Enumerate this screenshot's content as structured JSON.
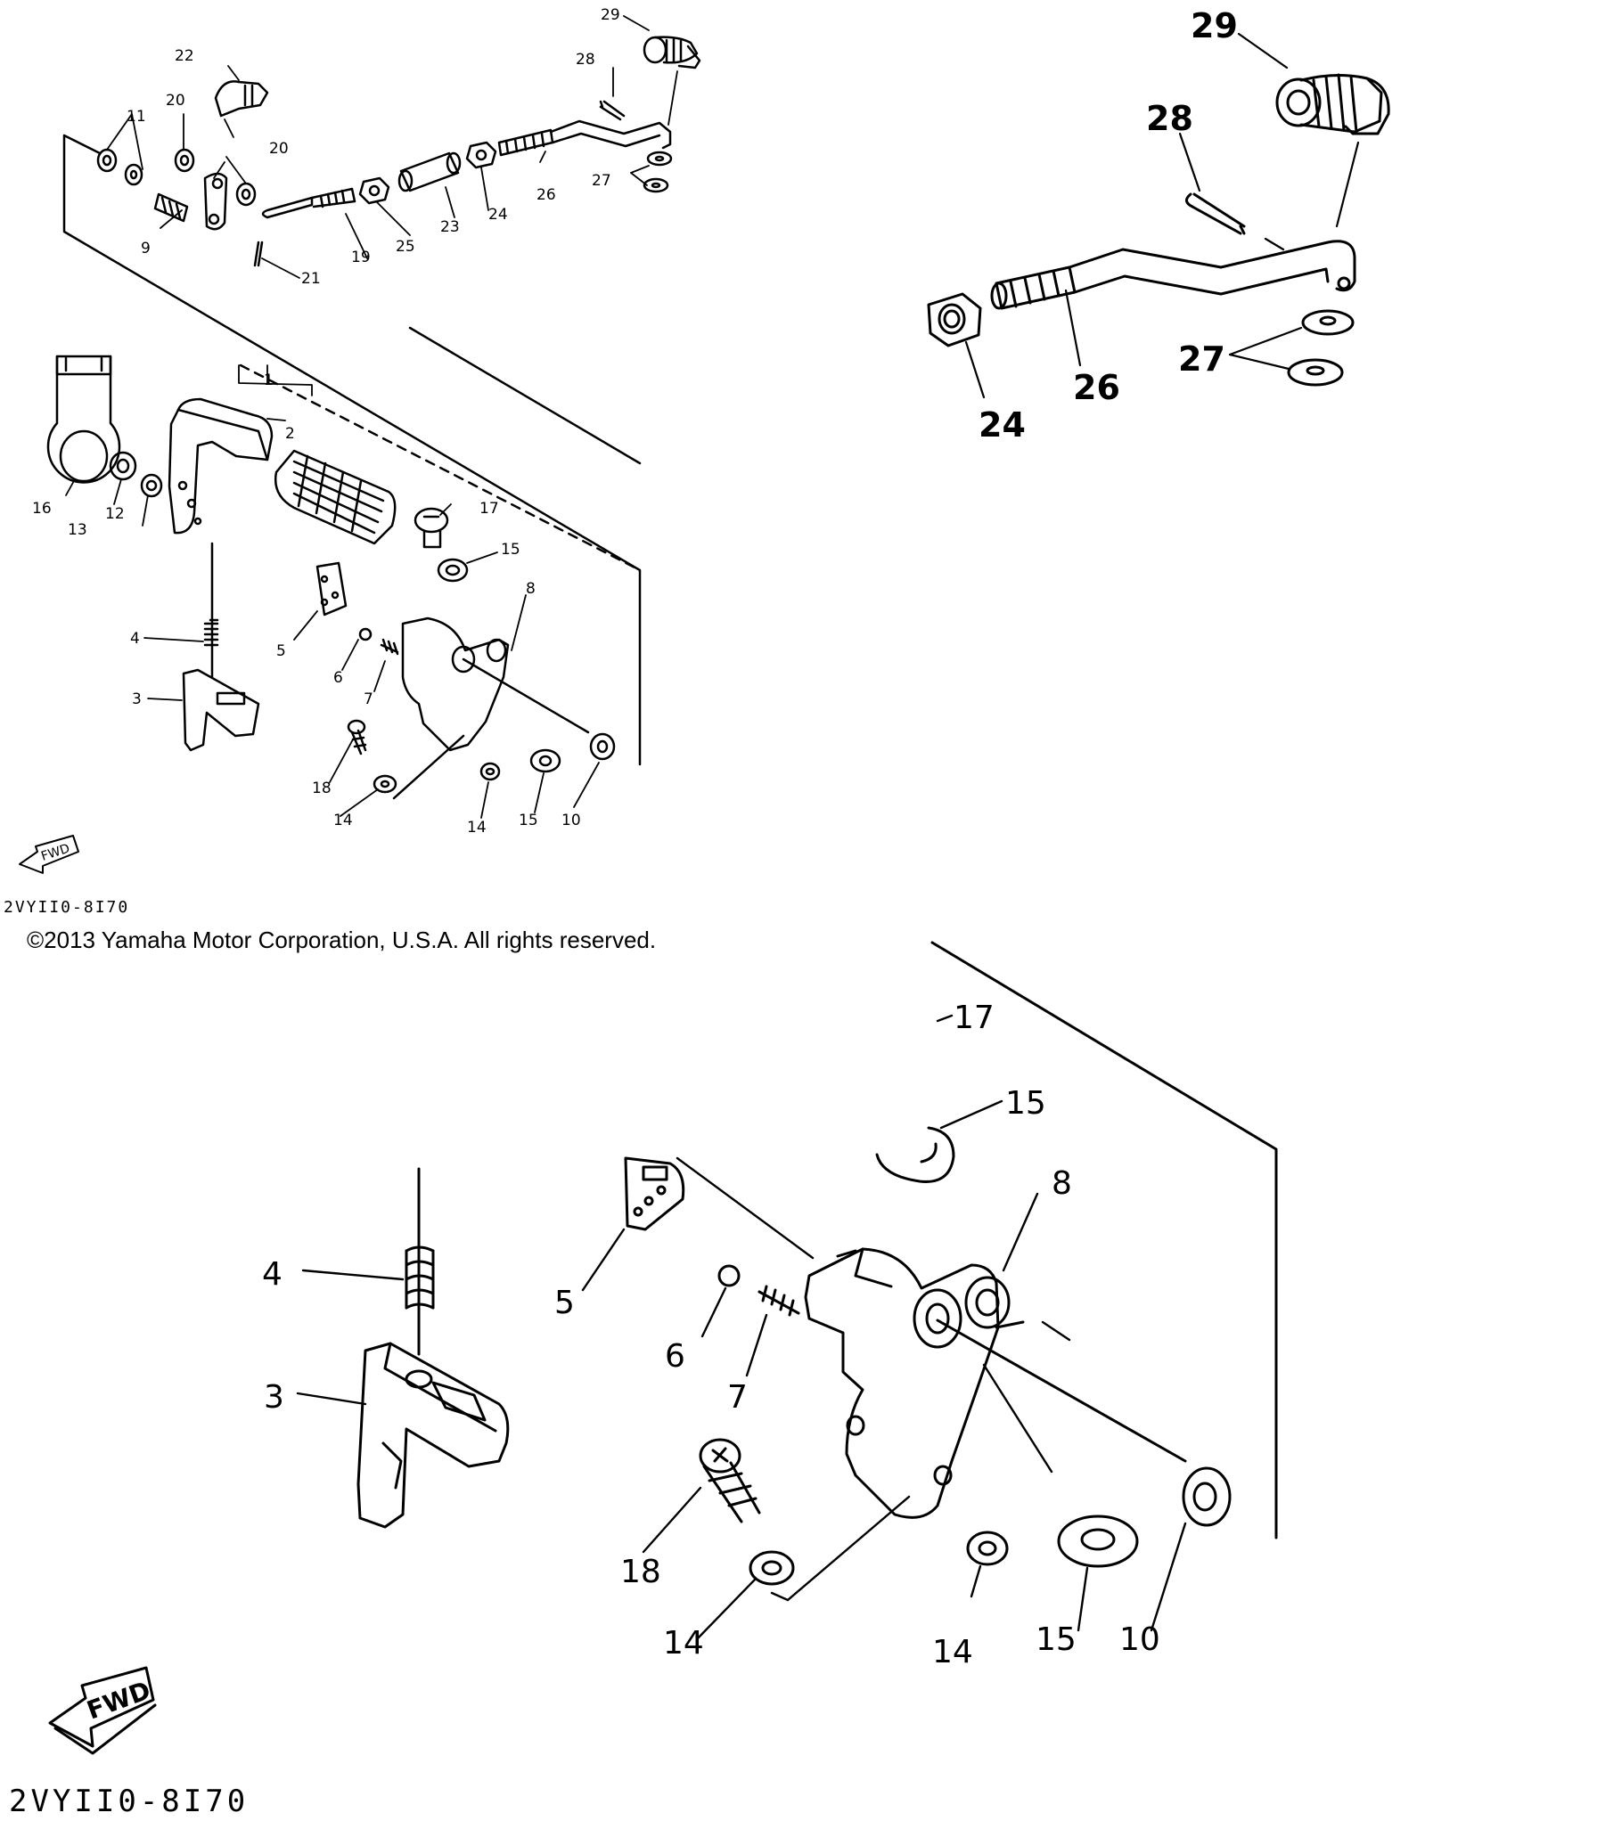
{
  "diagram": {
    "code": "2VYII0-8I70",
    "copyright": "©2013 Yamaha Motor Corporation, U.S.A. All rights reserved.",
    "fwd_label": "FWD",
    "colors": {
      "ink": "#000000",
      "paper": "#ffffff"
    }
  },
  "overview": {
    "callouts": [
      "1",
      "2",
      "3",
      "4",
      "5",
      "6",
      "7",
      "8",
      "9",
      "10",
      "11",
      "12",
      "13",
      "14",
      "14",
      "15",
      "15",
      "16",
      "17",
      "18",
      "19",
      "20",
      "20",
      "21",
      "22",
      "23",
      "24",
      "25",
      "26",
      "27",
      "28",
      "29"
    ]
  },
  "detail_shift_rod": {
    "callouts": [
      "29",
      "28",
      "26",
      "24",
      "27"
    ]
  },
  "detail_bracket": {
    "callouts": [
      "17",
      "15",
      "8",
      "4",
      "5",
      "6",
      "7",
      "3",
      "18",
      "14",
      "14",
      "15",
      "10"
    ]
  }
}
